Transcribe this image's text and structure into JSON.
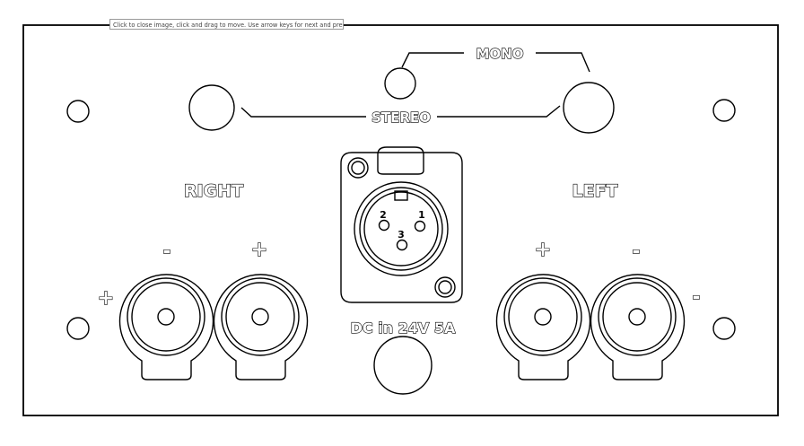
{
  "viewer": {
    "tooltip": "Click to close image, click and drag to move. Use arrow keys for next and previous."
  },
  "panel": {
    "labels": {
      "mono": "MONO",
      "stereo": "STEREO",
      "right": "RIGHT",
      "left": "LEFT",
      "power": "DC in 24V 5A"
    },
    "polarity": {
      "right_side_plus": "+",
      "right_minus": "-",
      "right_plus": "+",
      "left_plus": "+",
      "left_minus": "-",
      "left_side_minus": "-"
    },
    "xlr_pins": {
      "pin1": "1",
      "pin2": "2",
      "pin3": "3"
    }
  },
  "colors": {
    "line": "#000000",
    "background": "#ffffff"
  }
}
